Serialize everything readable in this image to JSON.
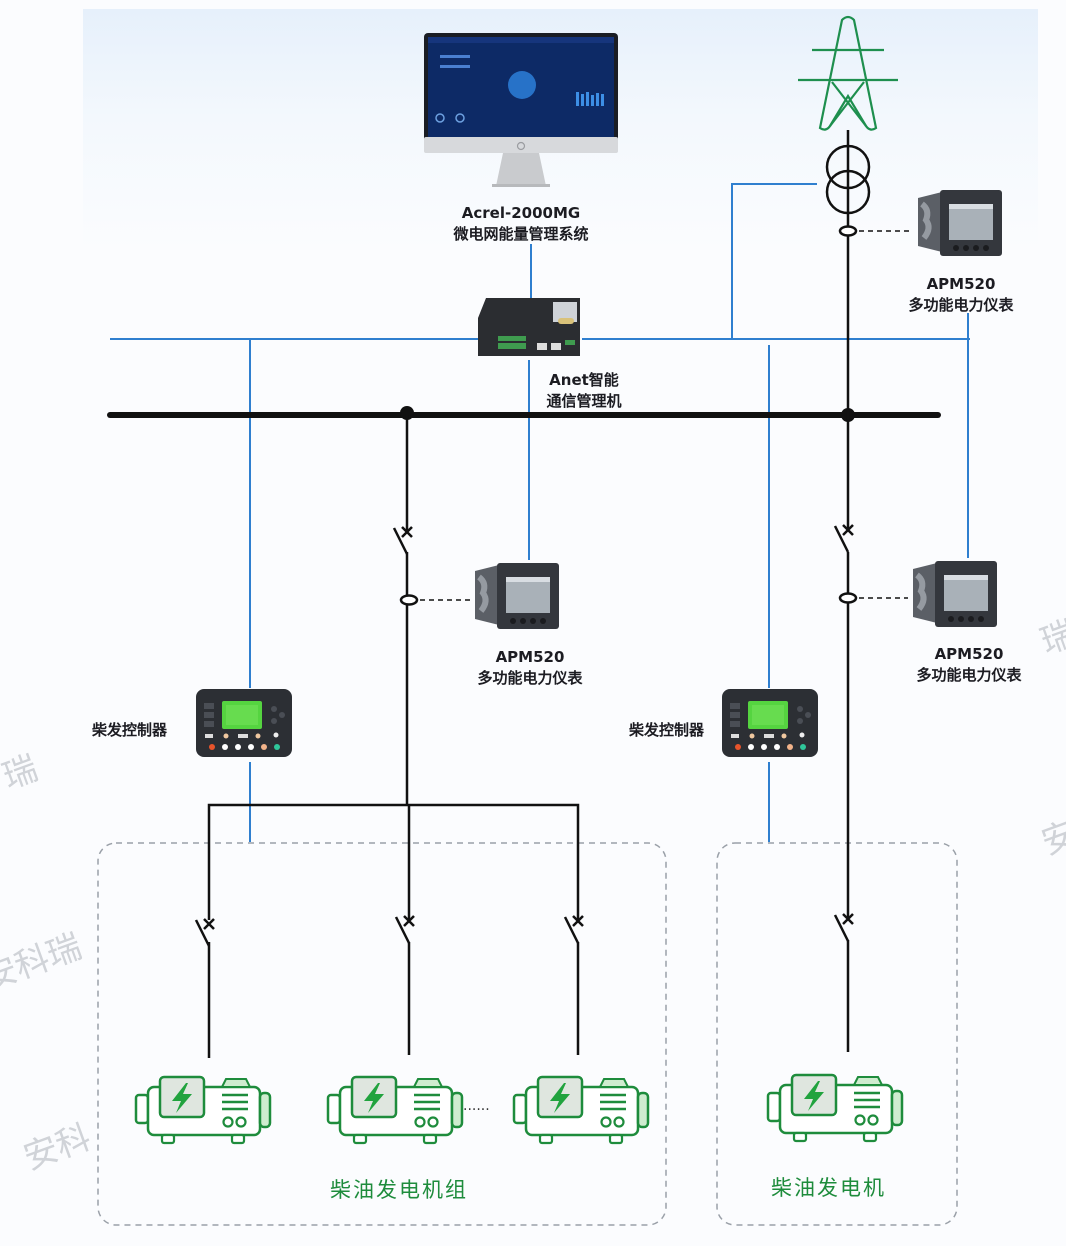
{
  "title": "Acrel-2000MG microgrid diesel generator monitoring topology",
  "nodes": {
    "ems": {
      "name": "Acrel-2000MG",
      "desc": "微电网能量管理系统",
      "icon": "monitor-icon"
    },
    "gateway": {
      "line1": "Anet智能",
      "line2": "通信管理机",
      "icon": "communication-gateway-icon"
    },
    "grid": {
      "icon": "transmission-tower-icon"
    },
    "transformer": {
      "icon": "transformer-icon"
    },
    "meter_incoming": {
      "model": "APM520",
      "desc": "多功能电力仪表",
      "icon": "power-meter-icon"
    },
    "meter_feeder_1": {
      "model": "APM520",
      "desc": "多功能电力仪表",
      "icon": "power-meter-icon"
    },
    "meter_feeder_2": {
      "model": "APM520",
      "desc": "多功能电力仪表",
      "icon": "power-meter-icon"
    },
    "controller_1": {
      "label": "柴发控制器",
      "icon": "genset-controller-icon"
    },
    "controller_2": {
      "label": "柴发控制器",
      "icon": "genset-controller-icon"
    },
    "generator_group": {
      "label": "柴油发电机组",
      "count_shown": 3,
      "ellipsis": "......",
      "icon": "diesel-generator-icon"
    },
    "generator_single": {
      "label": "柴油发电机",
      "icon": "diesel-generator-icon"
    }
  },
  "legend": {
    "power_line_color": "#111111",
    "comm_line_color": "#2f7fcf",
    "generator_color": "#1e8c3c",
    "group_border_color": "#9aa0a8"
  },
  "watermarks": [
    "瑞",
    "安科瑞",
    "安科",
    "瑞",
    "安科"
  ]
}
